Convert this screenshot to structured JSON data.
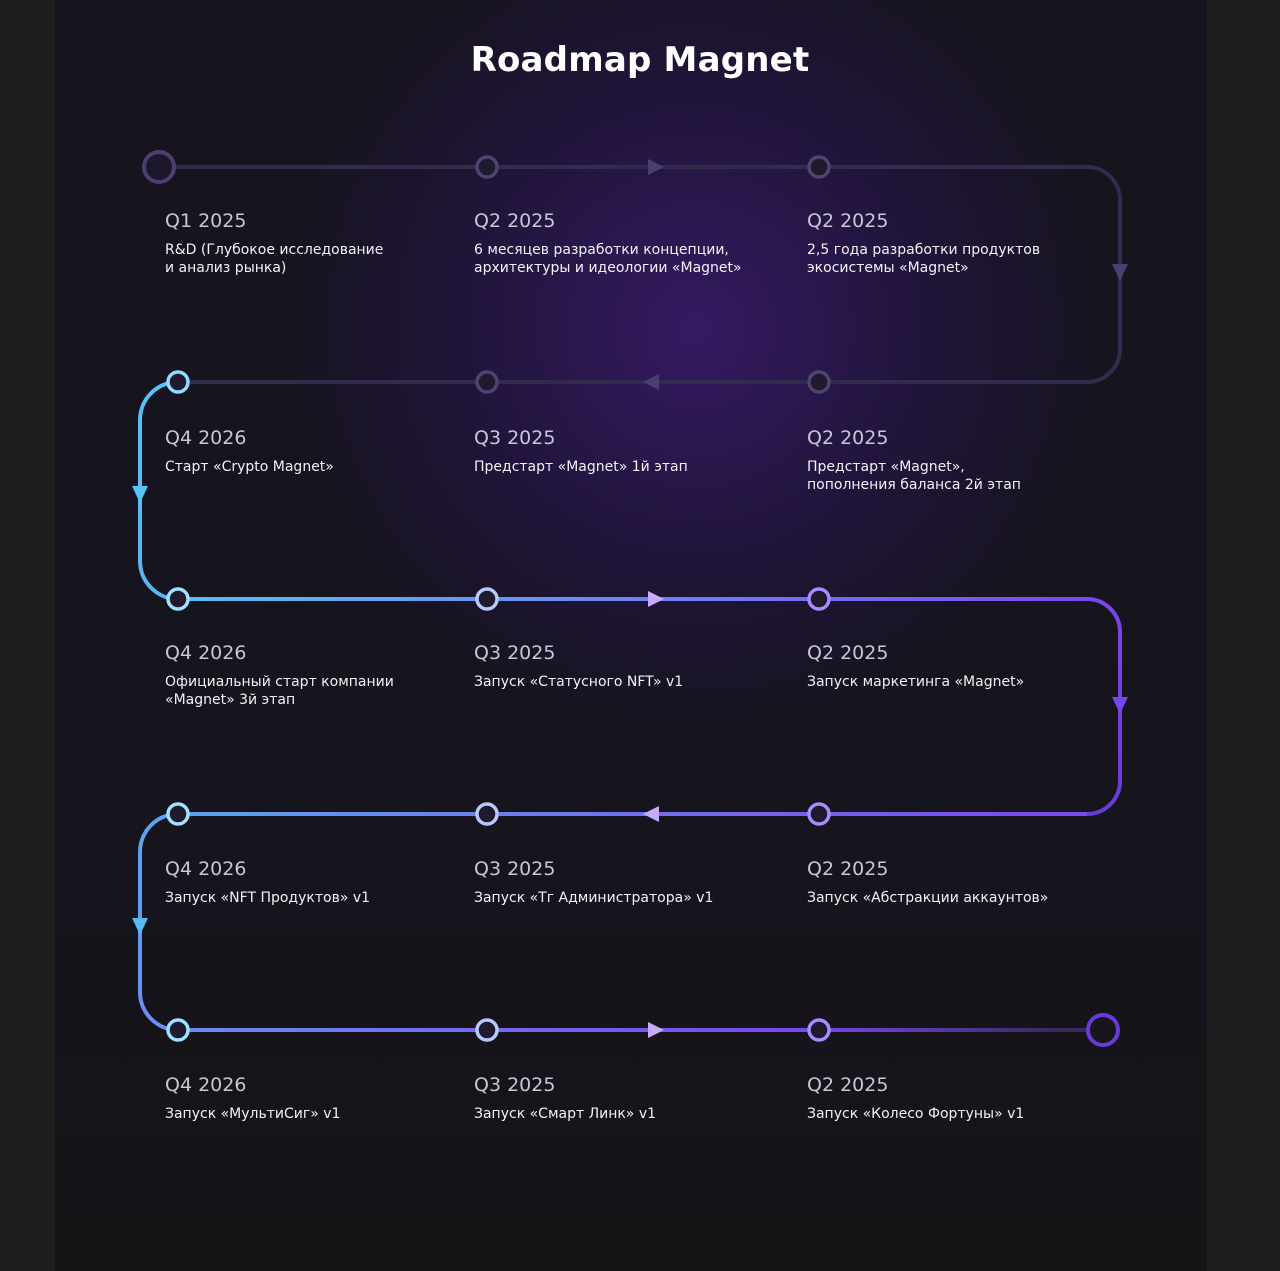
{
  "title": "Roadmap Magnet",
  "colors": {
    "track_dim": "#3b3356",
    "node_dim": "#5a4e80",
    "cyan": "#59c2f5",
    "purple": "#7a46ee"
  },
  "rows": [
    {
      "items": [
        {
          "quarter": "Q1 2025",
          "text": "R&D (Глубокое исследование\nи анализ рынка)"
        },
        {
          "quarter": "Q2 2025",
          "text": "6 месяцев разработки концепции,\nархитектуры и идеологии «Magnet»"
        },
        {
          "quarter": "Q2 2025",
          "text": "2,5 года разработки продуктов\nэкосистемы «Magnet»"
        }
      ]
    },
    {
      "items": [
        {
          "quarter": "Q4 2026",
          "text": "Старт «Crypto Magnet»"
        },
        {
          "quarter": "Q3 2025",
          "text": "Предстарт «Magnet» 1й этап"
        },
        {
          "quarter": "Q2 2025",
          "text": "Предстарт «Magnet»,\nпополнения баланса 2й этап"
        }
      ]
    },
    {
      "items": [
        {
          "quarter": "Q4 2026",
          "text": "Официальный старт компании\n«Magnet» 3й этап"
        },
        {
          "quarter": "Q3 2025",
          "text": "Запуск «Статусного NFT» v1"
        },
        {
          "quarter": "Q2 2025",
          "text": "Запуск маркетинга «Magnet»"
        }
      ]
    },
    {
      "items": [
        {
          "quarter": "Q4 2026",
          "text": "Запуск «NFT Продуктов» v1"
        },
        {
          "quarter": "Q3 2025",
          "text": "Запуск «Тг Администратора» v1"
        },
        {
          "quarter": "Q2 2025",
          "text": "Запуск «Абстракции аккаунтов»"
        }
      ]
    },
    {
      "items": [
        {
          "quarter": "Q4 2026",
          "text": "Запуск «МультиСиг» v1"
        },
        {
          "quarter": "Q3 2025",
          "text": "Запуск «Смарт Линк» v1"
        },
        {
          "quarter": "Q2 2025",
          "text": "Запуск «Колесо Фортуны» v1"
        }
      ]
    }
  ]
}
